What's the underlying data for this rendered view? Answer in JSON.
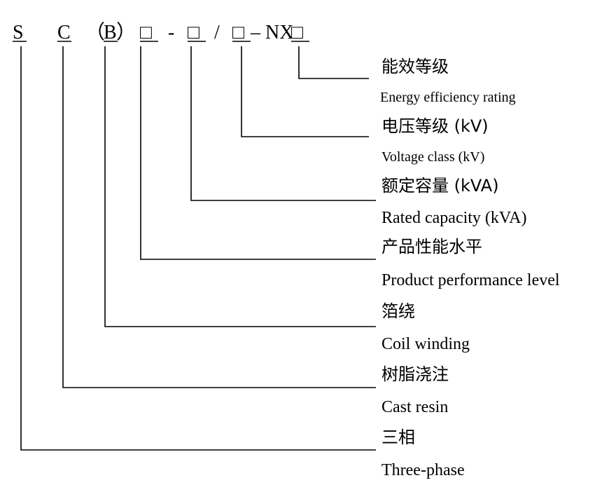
{
  "code": {
    "s": "S",
    "c": "C",
    "b_open": "（",
    "b": "B",
    "b_close": "）",
    "box1": "□",
    "dash1": "-",
    "box2": "□",
    "slash": "/",
    "box3": "□",
    "dash_nx": "– NX",
    "box4": "□"
  },
  "labels": [
    {
      "zh": "能效等级",
      "en": "Energy efficiency rating"
    },
    {
      "zh": "电压等级 (kV)",
      "en": "Voltage class (kV)"
    },
    {
      "zh": "额定容量 (kVA)",
      "en": "Rated capacity (kVA)"
    },
    {
      "zh": "产品性能水平",
      "en": "Product performance level"
    },
    {
      "zh": "箔绕",
      "en": "Coil winding"
    },
    {
      "zh": "树脂浇注",
      "en": "Cast resin"
    },
    {
      "zh": "三相",
      "en": "Three-phase"
    }
  ]
}
